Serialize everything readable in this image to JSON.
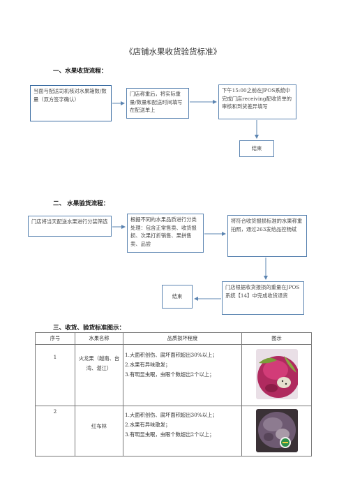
{
  "title": "《店铺水果收货验货标准》",
  "section1": {
    "heading": "一、水果收货流程：",
    "boxes": [
      "当面与配送司机核对水果箱数/数量（双方签字确认）",
      "门店称重后，将实际重量/数量和配送时间填写在配送单上",
      "下午15:00之前在JPOS系统中完成门店receiving配收货单的审核和到货差异填写",
      "结束"
    ]
  },
  "section2": {
    "heading": "二、 水果验货流程：",
    "boxes": [
      "门店将当天配送水果进行分装筛选",
      "根据不同的水果品质进行分类处理：包含正常售卖、收货报损、次果打折销售、果拼售卖、品尝",
      "将符合收货报损标准的水果称重拍照，通过263发给品控杨斌",
      "门店根据收货报损的重量在JPOS系统【14】中完成收货退货",
      "结束"
    ]
  },
  "section3": {
    "heading": "三、收货、验货标准图示：",
    "columns": [
      "序号",
      "水果名称",
      "品质损坏程度",
      "图示"
    ],
    "rows": [
      {
        "no": "1",
        "name": "火龙果（越南、台湾、湛江）",
        "criteria": [
          "1.大面积创伤、腐坏面积超出30%以上；",
          "2.水果有异味散发；",
          "3.有明显虫眼，虫眼个数超出2个以上；"
        ],
        "image": "dragon-fruit-damaged"
      },
      {
        "no": "2",
        "name": "红布林",
        "criteria": [
          "1.大面积创伤、腐坏面积超出30%以上；",
          "2.水果有异味散发；",
          "3.有明显虫眼，虫眼个数超出2个以上；"
        ],
        "image": "red-plum-damaged"
      }
    ]
  }
}
